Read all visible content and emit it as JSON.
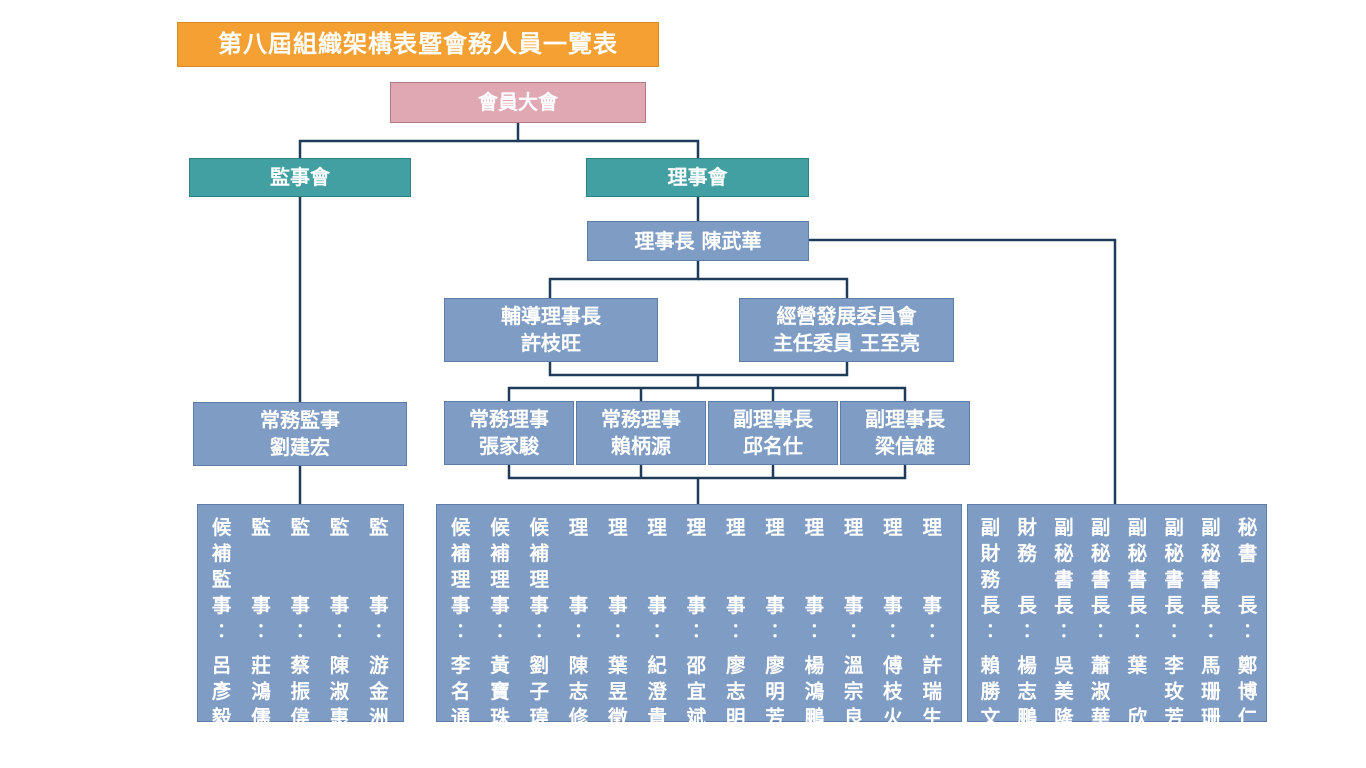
{
  "title": "第八屆組織架構表暨會務人員一覽表",
  "general_assembly": "會員大會",
  "supervisors_board": "監事會",
  "directors_board": "理事會",
  "chairman": "理事長 陳武華",
  "advisor": {
    "line1": "輔導理事長",
    "line2": "許枝旺"
  },
  "committee": {
    "line1": "經營發展委員會",
    "line2": "主任委員 王至亮"
  },
  "standing_supervisor": {
    "line1": "常務監事",
    "line2": "劉建宏"
  },
  "executives": [
    {
      "line1": "常務理事",
      "line2": "張家駿"
    },
    {
      "line1": "常務理事",
      "line2": "賴柄源"
    },
    {
      "line1": "副理事長",
      "line2": "邱名仕"
    },
    {
      "line1": "副理事長",
      "line2": "梁信雄"
    }
  ],
  "supervisor_panel": [
    {
      "role": "候補監事",
      "name": "呂彥毅"
    },
    {
      "role": "監事",
      "name": "莊鴻儒"
    },
    {
      "role": "監事",
      "name": "蔡振偉"
    },
    {
      "role": "監事",
      "name": "陳淑惠"
    },
    {
      "role": "監事",
      "name": "游金洲"
    }
  ],
  "director_panel": [
    {
      "role": "候補理事",
      "name": "李名通"
    },
    {
      "role": "候補理事",
      "name": "黃寶珠"
    },
    {
      "role": "候補理事",
      "name": "劉子瑋"
    },
    {
      "role": "理事",
      "name": "陳志修"
    },
    {
      "role": "理事",
      "name": "葉昱徵"
    },
    {
      "role": "理事",
      "name": "紀澄貴"
    },
    {
      "role": "理事",
      "name": "邵宜斌"
    },
    {
      "role": "理事",
      "name": "廖志明"
    },
    {
      "role": "理事",
      "name": "廖明芳"
    },
    {
      "role": "理事",
      "name": "楊鴻鵬"
    },
    {
      "role": "理事",
      "name": "溫宗良"
    },
    {
      "role": "理事",
      "name": "傅枝火"
    },
    {
      "role": "理事",
      "name": "許瑞生"
    }
  ],
  "staff_panel": [
    {
      "role": "副財務長",
      "name": "賴勝文"
    },
    {
      "role": "財務長",
      "name": "楊志鵬"
    },
    {
      "role": "副秘書長",
      "name": "吳美隆"
    },
    {
      "role": "副秘書長",
      "name": "蕭淑華"
    },
    {
      "role": "副秘書長",
      "name": "葉　欣"
    },
    {
      "role": "副秘書長",
      "name": "李玫芳"
    },
    {
      "role": "副秘書長",
      "name": "馬珊珊"
    },
    {
      "role": "秘書長",
      "name": "鄭博仁"
    }
  ],
  "colors": {
    "title": "#f5a033",
    "assembly": "#e0a8b2",
    "boards": "#42a0a2",
    "nodes": "#7f9cc4",
    "connector": "#1f3b5a"
  }
}
